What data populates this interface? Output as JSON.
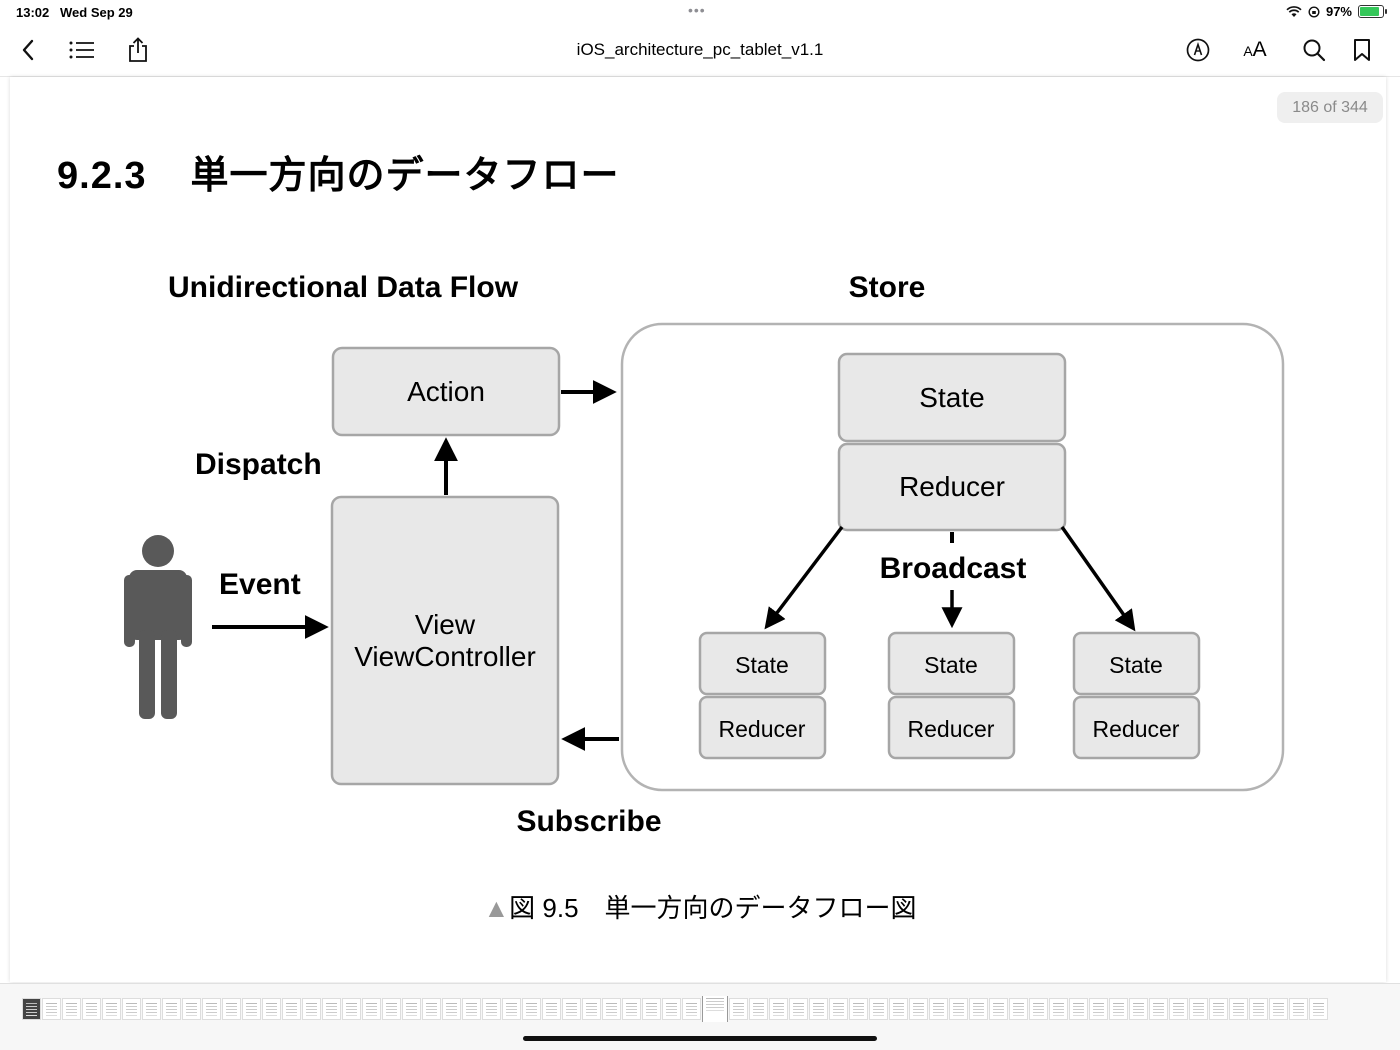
{
  "status": {
    "time": "13:02",
    "date": "Wed Sep 29",
    "battery": "97%"
  },
  "toolbar": {
    "title": "iOS_architecture_pc_tablet_v1.1",
    "left_icons": [
      "back-chevron-icon",
      "list-icon",
      "share-icon"
    ],
    "right_icons": [
      "markup-pen-icon",
      "text-size-icon",
      "search-icon",
      "bookmark-icon"
    ],
    "text_size_label": "AA"
  },
  "page": {
    "counter": "186 of 344",
    "heading_number": "9.2.3",
    "heading_text": "単一方向のデータフロー",
    "caption_symbol": "▲",
    "caption_text": "図 9.5　単一方向のデータフロー図"
  },
  "diagram": {
    "title_left": "Unidirectional Data Flow",
    "title_store": "Store",
    "action": "Action",
    "dispatch": "Dispatch",
    "event": "Event",
    "view_line1": "View",
    "view_line2": "ViewController",
    "subscribe": "Subscribe",
    "top_state": "State",
    "top_reducer": "Reducer",
    "broadcast": "Broadcast",
    "sub_modules": [
      {
        "state": "State",
        "reducer": "Reducer"
      },
      {
        "state": "State",
        "reducer": "Reducer"
      },
      {
        "state": "State",
        "reducer": "Reducer"
      }
    ],
    "colors": {
      "box_fill": "#e8e8e8",
      "box_stroke": "#a6a6a6",
      "person": "#595959",
      "store_stroke": "#b3b3b3"
    }
  }
}
